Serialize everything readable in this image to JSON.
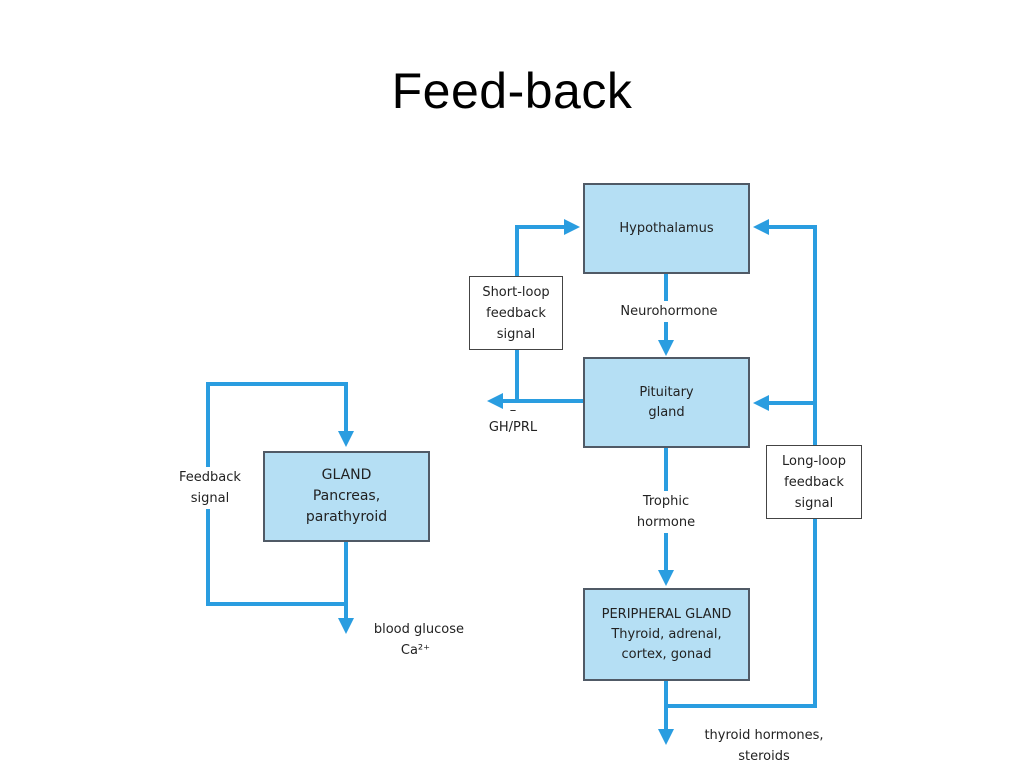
{
  "slide": {
    "title": "Feed-back"
  },
  "colors": {
    "arrow": "#2a9de0",
    "box_fill": "#b5dff4",
    "box_border": "#505a66"
  },
  "left_diagram": {
    "gland_box": {
      "line1": "GLAND",
      "line2": "Pancreas,",
      "line3": "parathyroid"
    },
    "feedback_label": {
      "line1": "Feedback",
      "line2": "signal"
    },
    "output_label": {
      "line1": "blood glucose",
      "line2": "Ca²⁺"
    }
  },
  "right_diagram": {
    "hypothalamus": "Hypothalamus",
    "neurohormone": "Neurohormone",
    "pituitary": {
      "line1": "Pituitary",
      "line2": "gland"
    },
    "short_loop": {
      "line1": "Short-loop",
      "line2": "feedback",
      "line3": "signal"
    },
    "gh_prl": {
      "sign": "–",
      "label": "GH/PRL"
    },
    "trophic": {
      "line1": "Trophic",
      "line2": "hormone"
    },
    "long_loop": {
      "line1": "Long-loop",
      "line2": "feedback",
      "line3": "signal"
    },
    "peripheral": {
      "line1": "PERIPHERAL GLAND",
      "line2": "Thyroid, adrenal,",
      "line3": "cortex, gonad"
    },
    "output": {
      "line1": "thyroid hormones,",
      "line2": "steroids"
    }
  }
}
